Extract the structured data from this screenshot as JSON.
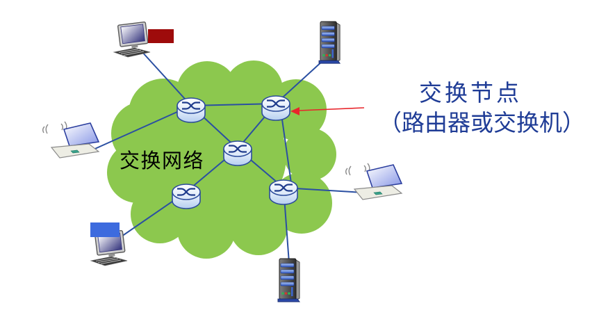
{
  "labels": {
    "cloud": "交换网络",
    "annotation_line1": "交换节点",
    "annotation_line2": "（路由器或交换机）"
  },
  "colors": {
    "cloud_fill": "#8CC84E",
    "link_line": "#2A4FA2",
    "router_outline": "#2C4C9C",
    "router_fill": "#C9DCF5",
    "cloud_label_text": "#000000",
    "annotation_text": "#1F3C96",
    "arrow_red": "#E8262C",
    "red_box": "#9E0B0B",
    "blue_box": "#3D6BDE"
  },
  "topology": {
    "switches": [
      "switch-top-left",
      "switch-top-right",
      "switch-center",
      "switch-bottom-right",
      "switch-bottom-left"
    ],
    "hosts": [
      "desktop-pc-top",
      "wireless-laptop-left",
      "server-top",
      "wireless-laptop-right",
      "server-bottom",
      "desktop-pc-bottom"
    ],
    "links": [
      [
        "switch-top-left",
        "switch-top-right"
      ],
      [
        "switch-top-left",
        "switch-center"
      ],
      [
        "switch-top-right",
        "switch-center"
      ],
      [
        "switch-top-right",
        "switch-bottom-right"
      ],
      [
        "switch-center",
        "switch-bottom-right"
      ],
      [
        "switch-center",
        "switch-bottom-left"
      ],
      [
        "switch-top-left",
        "desktop-pc-top"
      ],
      [
        "switch-top-left",
        "wireless-laptop-left"
      ],
      [
        "switch-top-right",
        "server-top"
      ],
      [
        "switch-bottom-right",
        "wireless-laptop-right"
      ],
      [
        "switch-bottom-right",
        "server-bottom"
      ],
      [
        "switch-bottom-left",
        "desktop-pc-bottom"
      ]
    ]
  }
}
